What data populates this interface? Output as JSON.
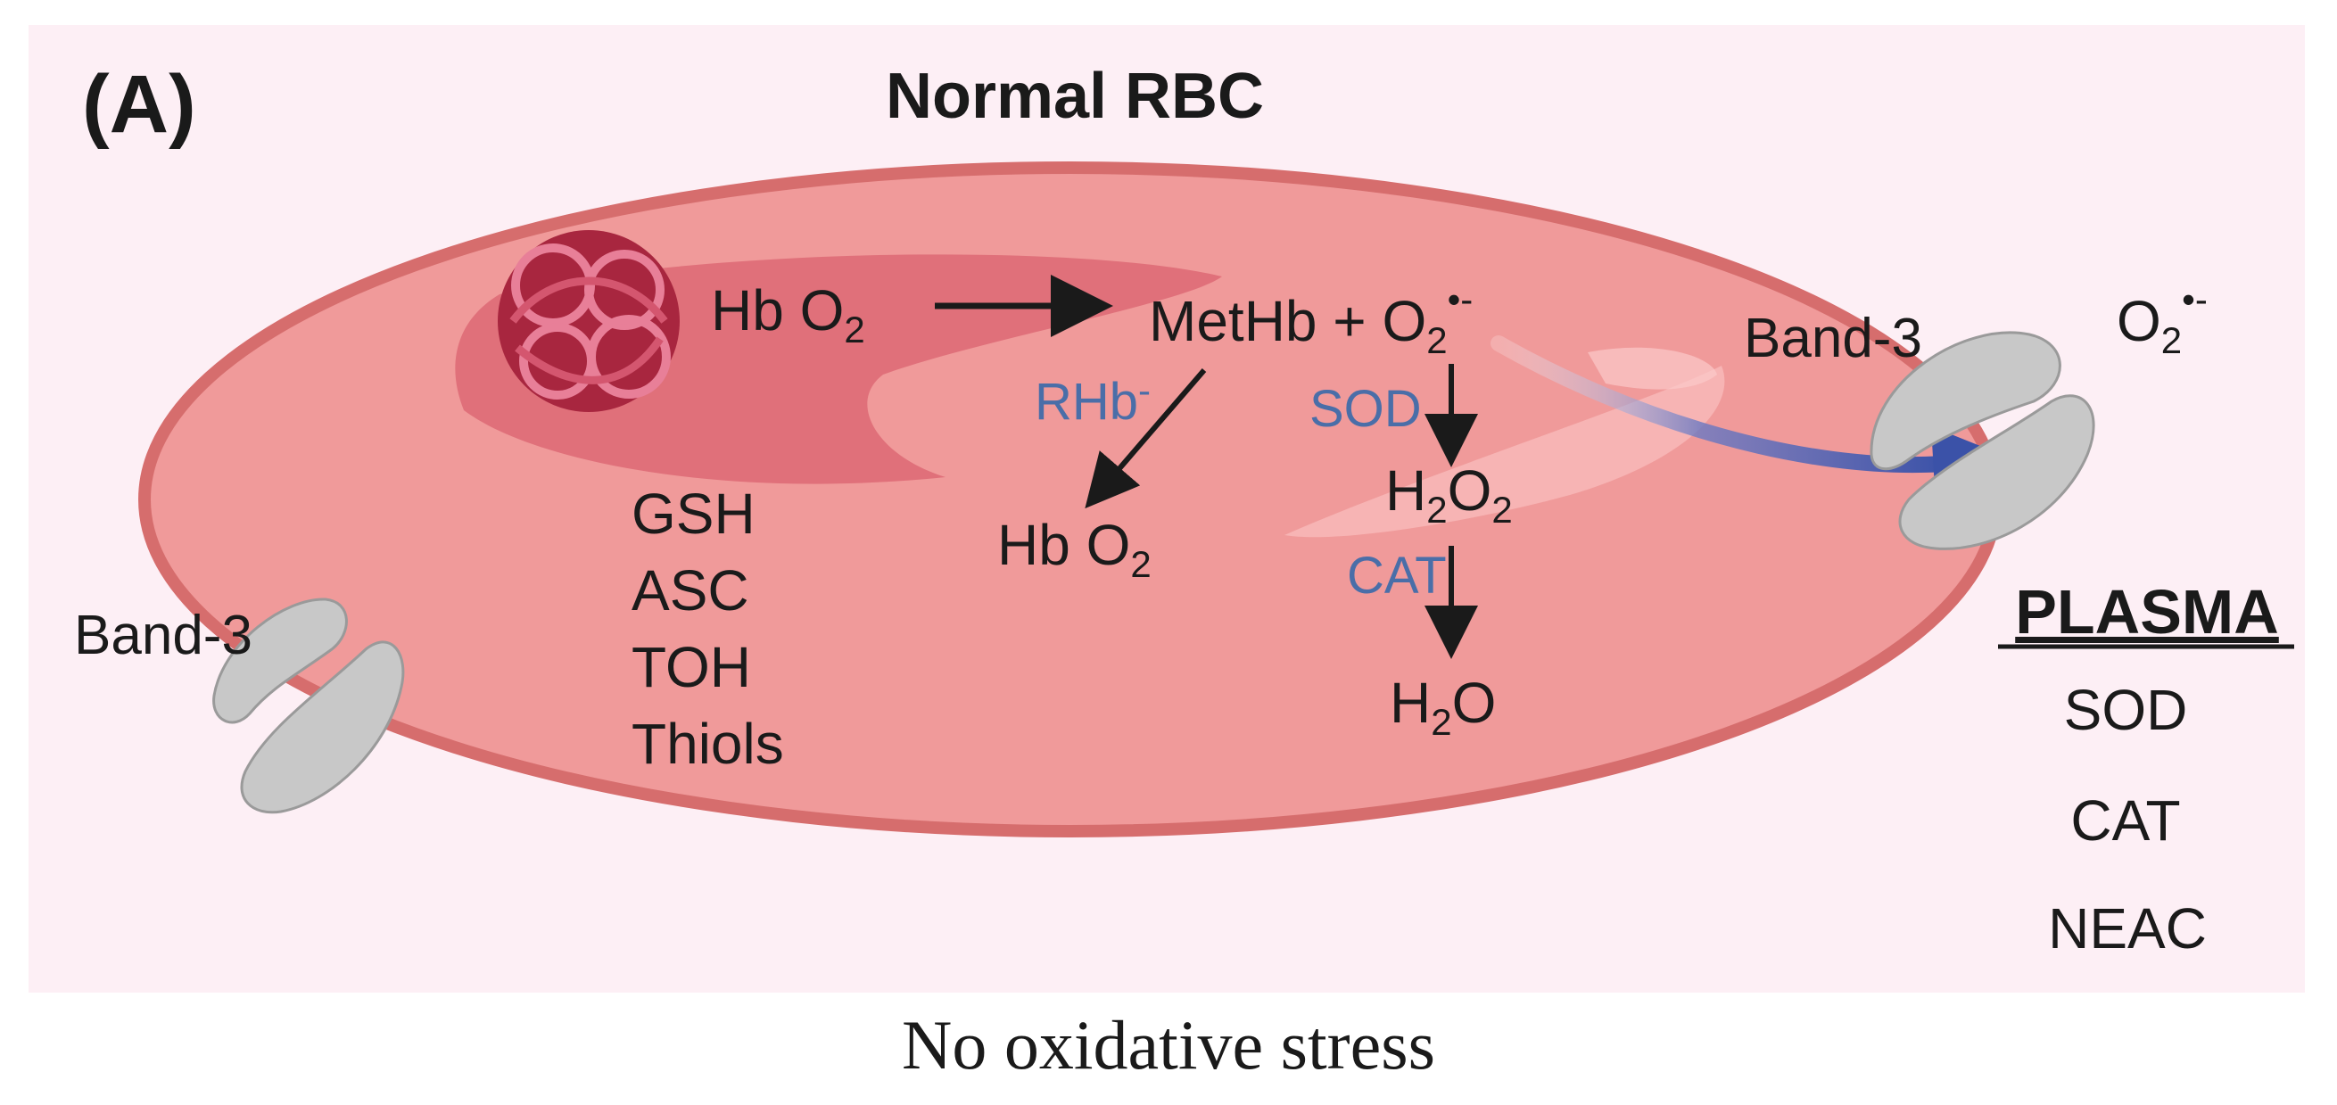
{
  "panel_label": "(A)",
  "title": "Normal RBC",
  "caption": "No oxidative stress",
  "hb_label": {
    "main": "Hb O",
    "sub": "2"
  },
  "methb_label": "MetHb + O",
  "o2_sub": "2",
  "superoxide_sup": "•-",
  "rhb_label": "RHb",
  "rhb_minus": "-",
  "hbo2_product": {
    "main": "Hb O",
    "sub": "2"
  },
  "sod_enzyme": "SOD",
  "h2o2_label": {
    "h": "H",
    "sub2a": "2",
    "o": "O",
    "sub2b": "2"
  },
  "cat_enzyme": "CAT",
  "h2o_label": {
    "h": "H",
    "sub": "2",
    "o": "O"
  },
  "antioxidants": [
    "GSH",
    "ASC",
    "TOH",
    "Thiols"
  ],
  "band3_right": "Band-3",
  "band3_left": "Band-3",
  "outside_superoxide": {
    "main": "O",
    "sub": "2",
    "sup": "•-"
  },
  "plasma": {
    "heading": "PLASMA",
    "items": [
      "SOD",
      "CAT",
      "NEAC"
    ]
  },
  "colors": {
    "background": "#fdeff5",
    "cell_fill": "#f09a9a",
    "cell_stroke": "#d66d6d",
    "dark_region": "#e0707a",
    "light_region": "#f8b8b8",
    "band3": "#c8c8c8",
    "enzyme_blue": "#4a6ea8",
    "arrow_blue": "#3b52a8",
    "text": "#1a1a1a",
    "hemoglobin": "#c0395a"
  }
}
